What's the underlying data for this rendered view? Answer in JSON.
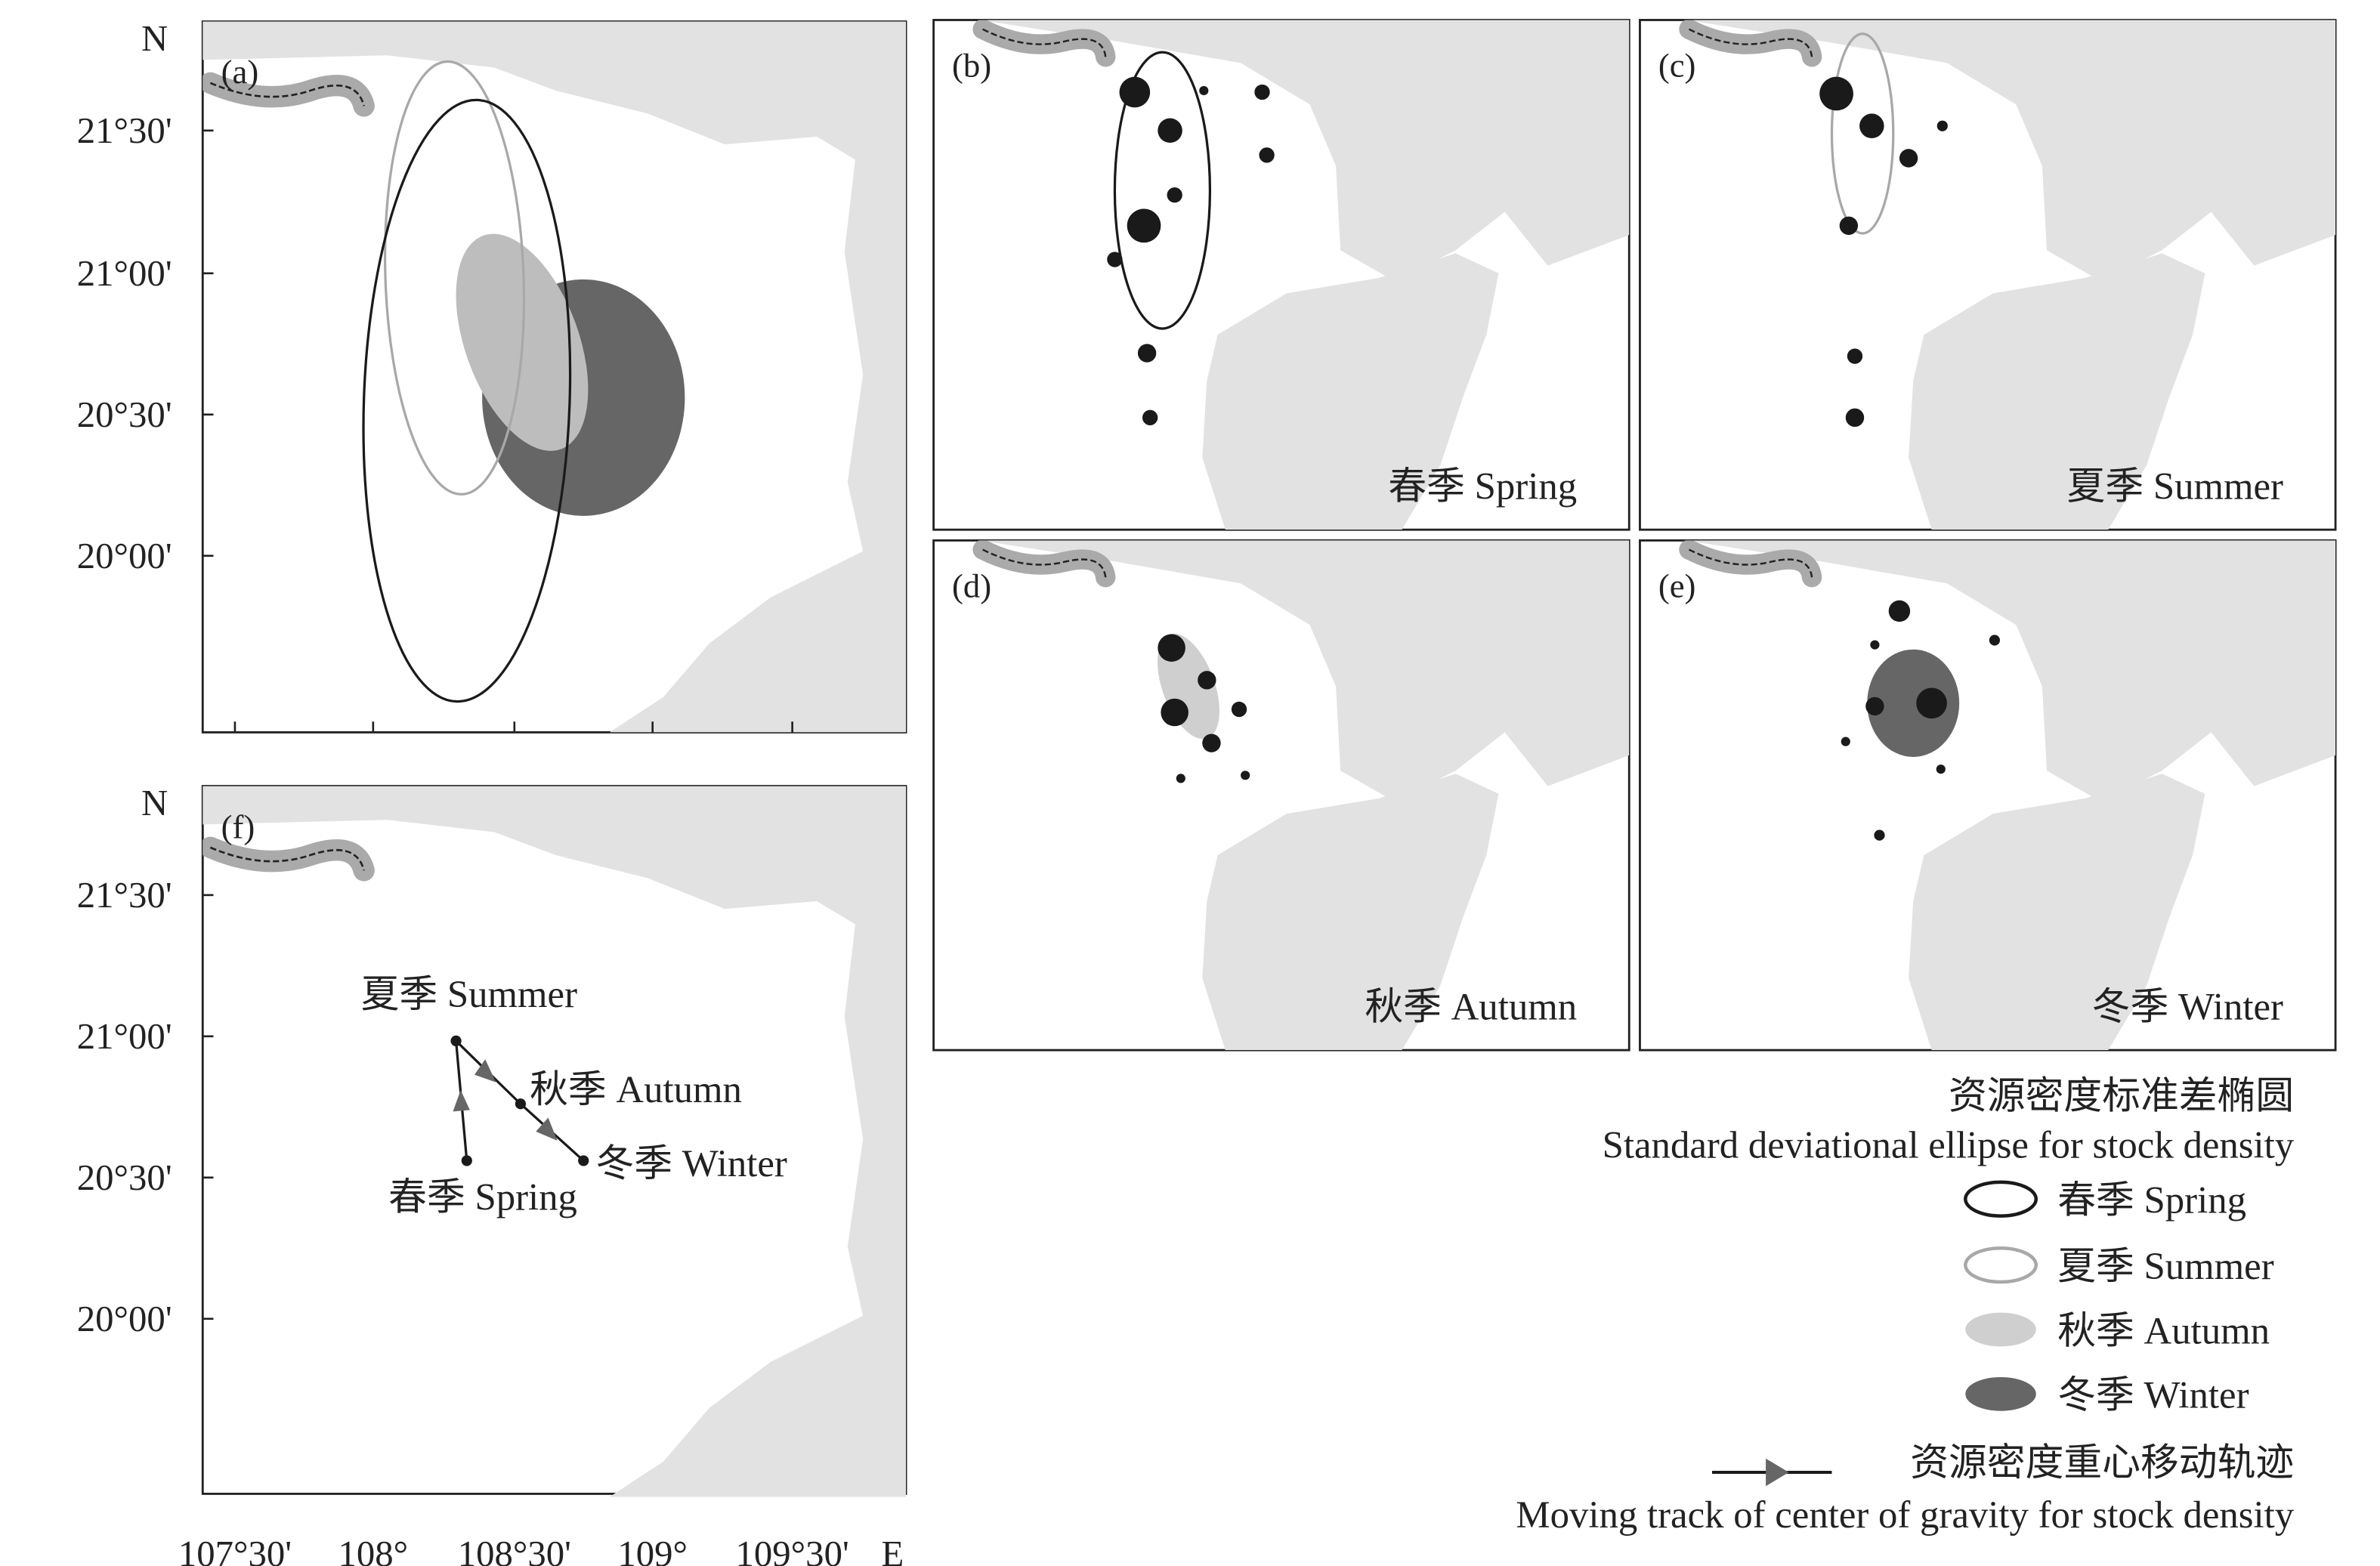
{
  "axes": {
    "north_label": "N",
    "east_label": "E",
    "lat_ticks": [
      "21°30'",
      "21°00'",
      "20°30'",
      "20°00'"
    ],
    "lon_ticks": [
      "107°30'",
      "108°",
      "108°30'",
      "109°",
      "109°30'"
    ]
  },
  "panels": {
    "a": {
      "tag": "(a)"
    },
    "b": {
      "tag": "(b)",
      "season": "春季 Spring"
    },
    "c": {
      "tag": "(c)",
      "season": "夏季 Summer"
    },
    "d": {
      "tag": "(d)",
      "season": "秋季 Autumn"
    },
    "e": {
      "tag": "(e)",
      "season": "冬季 Winter"
    },
    "f": {
      "tag": "(f)",
      "track_labels": {
        "spring": "春季 Spring",
        "summer": "夏季 Summer",
        "autumn": "秋季 Autumn",
        "winter": "冬季 Winter"
      }
    }
  },
  "legend": {
    "ellipse_title_cn": "资源密度标准差椭圆",
    "ellipse_title_en": "Standard deviational ellipse for stock density",
    "items": [
      {
        "label": "春季 Spring",
        "color": "#1a1a1a"
      },
      {
        "label": "夏季 Summer",
        "color": "#a8a8a8"
      },
      {
        "label": "秋季 Autumn",
        "color": "#cfcfcf"
      },
      {
        "label": "冬季 Winter",
        "color": "#666666"
      }
    ],
    "track_title_cn": "资源密度重心移动轨迹",
    "track_title_en": "Moving track of center of gravity for stock density"
  }
}
